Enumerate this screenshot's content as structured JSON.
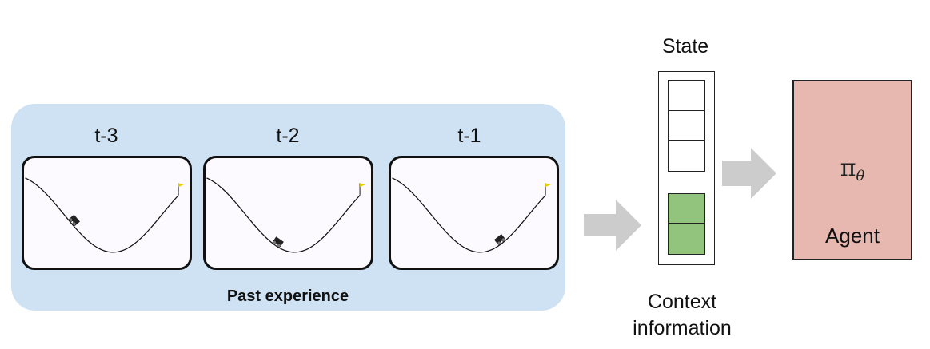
{
  "past_experience": {
    "caption": "Past experience",
    "frames": [
      {
        "label": "t-3",
        "car_position": 0.3
      },
      {
        "label": "t-2",
        "car_position": 0.45
      },
      {
        "label": "t-1",
        "car_position": 0.72
      }
    ]
  },
  "state": {
    "title": "State",
    "context_caption_line1": "Context",
    "context_caption_line2": "information",
    "observation_cells": 3,
    "context_cells": 2
  },
  "agent": {
    "policy_symbol": "π",
    "policy_subscript": "θ",
    "label": "Agent"
  },
  "colors": {
    "panel": "#cfe2f3",
    "context_cell": "#93c47d",
    "agent_box": "#e6b8af",
    "arrow": "#cccccc"
  },
  "icons": [
    "mountain-car-icon",
    "goal-flag-icon",
    "arrow-right-icon"
  ]
}
